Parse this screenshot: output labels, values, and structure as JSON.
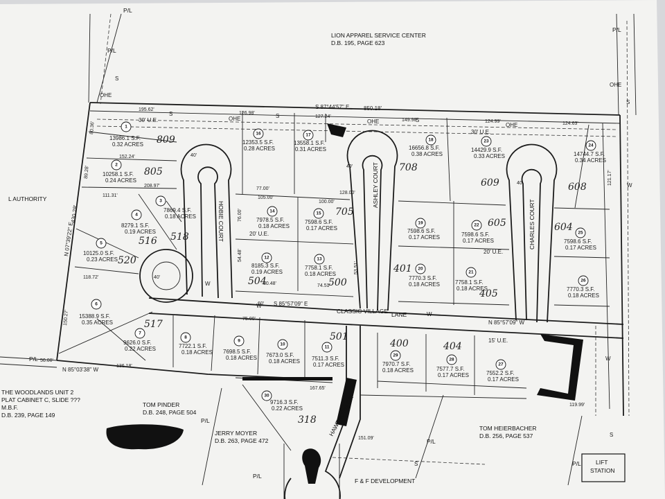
{
  "adjoiners": {
    "lion_name": "LION APPAREL SERVICE CENTER",
    "lion_ref": "D.B. 195, PAGE 623",
    "authority": "L AUTHORITY",
    "woodlands_1": "THE WOODLANDS UNIT 2",
    "woodlands_2": "PLAT CABINET C, SLIDE ???",
    "woodlands_3": "M.B.F.",
    "woodlands_4": "D.B. 239, PAGE 149",
    "pinder_name": "TOM PINDER",
    "pinder_ref": "D.B. 248, PAGE 504",
    "moyer_name": "JERRY MOYER",
    "moyer_ref": "D.B. 263, PAGE 472",
    "heierbacher_name": "TOM HEIERBACHER",
    "heierbacher_ref": "D.B. 256, PAGE 537",
    "ff_name": "F & F DEVELOPMENT",
    "lift_1": "LIFT",
    "lift_2": "STATION"
  },
  "streets": {
    "hobie": "HOBIE COURT",
    "ashley": "ASHLEY COURT",
    "charles": "CHARLES COURT",
    "classic": "CLASSIC VILLAGE",
    "lane": "LANE",
    "hawthorn": "HAWTHORN CT."
  },
  "lines": {
    "pl": "P/L",
    "ohe": "OHE",
    "s": "S",
    "w": "W",
    "ue_30": "30' U.E.",
    "ue_20": "20' U.E.",
    "ue_15": "15' U.E.",
    "north_bearing": "S 87°44'57\" E",
    "north_total": "850.18'",
    "south_bearing": "N 85°03'38\" W",
    "lane_bearing": "S 85°57'09\" E",
    "lane_bearing_2": "N 85°57'09\" W",
    "west_bearing": "N 07°39'22\" E",
    "west_length": "430.28'"
  },
  "dims": {
    "d195": "195.62'",
    "d126": "126.98'",
    "d127": "127.24'",
    "d149": "149.98'",
    "d124a": "124.99'",
    "d124b": "124.63'",
    "d152": "152.24'",
    "d208": "208.97'",
    "d111": "111.31'",
    "d118": "118.72'",
    "d150": "150.27'",
    "d136": "136.18'",
    "d50": "50.00'",
    "d105": "105.00'",
    "d77": "77.00'",
    "d100": "100.00'",
    "d128": "128.00'",
    "d75": "75.00'",
    "d74": "74.51'",
    "d80": "80.48'",
    "d76": "76.00'",
    "d54": "54.48'",
    "d53": "53.51'",
    "d60": "60'",
    "d121": "121.17'",
    "d119": "119.99'",
    "d167": "167.65'",
    "d151": "151.09'",
    "d40": "40'",
    "d80b": "80.36'",
    "d89": "89.28'"
  },
  "lots": [
    {
      "num": "1",
      "area": "13986.1 S.F.",
      "acres": "0.32 ACRES"
    },
    {
      "num": "2",
      "area": "10258.1 S.F.",
      "acres": "0.24 ACRES"
    },
    {
      "num": "3",
      "area": "7869.4 S.F.",
      "acres": "0.18 ACRES"
    },
    {
      "num": "4",
      "area": "8279.1 S.F.",
      "acres": "0.19 ACRES"
    },
    {
      "num": "5",
      "area": "10125.0 S.F.",
      "acres": "0.23 ACRES"
    },
    {
      "num": "6",
      "area": "15388.9 S.F.",
      "acres": "0.35 ACRES"
    },
    {
      "num": "7",
      "area": "9626.0 S.F.",
      "acres": "0.22 ACRES"
    },
    {
      "num": "8",
      "area": "7722.1 S.F.",
      "acres": "0.18 ACRES"
    },
    {
      "num": "9",
      "area": "7698.5 S.F.",
      "acres": "0.18 ACRES"
    },
    {
      "num": "10",
      "area": "7673.0 S.F.",
      "acres": "0.18 ACRES"
    },
    {
      "num": "11",
      "area": "7511.3 S.F.",
      "acres": "0.17 ACRES"
    },
    {
      "num": "12",
      "area": "8185.3 S.F.",
      "acres": "0.19 ACRES"
    },
    {
      "num": "13",
      "area": "7758.1 S.F.",
      "acres": "0.18 ACRES"
    },
    {
      "num": "14",
      "area": "7978.5 S.F.",
      "acres": "0.18 ACRES"
    },
    {
      "num": "15",
      "area": "7598.6 S.F.",
      "acres": "0.17 ACRES"
    },
    {
      "num": "16",
      "area": "12353.5 S.F.",
      "acres": "0.28 ACRES"
    },
    {
      "num": "17",
      "area": "13558.1 S.F.",
      "acres": "0.31 ACRES"
    },
    {
      "num": "18",
      "area": "16656.8 S.F.",
      "acres": "0.38 ACRES"
    },
    {
      "num": "19",
      "area": "7598.6 S.F.",
      "acres": "0.17 ACRES"
    },
    {
      "num": "20",
      "area": "7770.3 S.F.",
      "acres": "0.18 ACRES"
    },
    {
      "num": "21",
      "area": "7758.1 S.F.",
      "acres": "0.18 ACRES"
    },
    {
      "num": "22",
      "area": "7598.6 S.F.",
      "acres": "0.17 ACRES"
    },
    {
      "num": "23",
      "area": "14429.9 S.F.",
      "acres": "0.33 ACRES"
    },
    {
      "num": "24",
      "area": "14744.7 S.F.",
      "acres": "0.34 ACRES"
    },
    {
      "num": "25",
      "area": "7598.6 S.F.",
      "acres": "0.17 ACRES"
    },
    {
      "num": "26",
      "area": "7770.3 S.F.",
      "acres": "0.18 ACRES"
    },
    {
      "num": "27",
      "area": "7552.2 S.F.",
      "acres": "0.17 ACRES"
    },
    {
      "num": "28",
      "area": "7577.7 S.F.",
      "acres": "0.17 ACRES"
    },
    {
      "num": "29",
      "area": "7970.7 S.F.",
      "acres": "0.18 ACRES"
    },
    {
      "num": "30",
      "area": "9716.3 S.F.",
      "acres": "0.22 ACRES"
    }
  ],
  "handwritten": {
    "h809": "809",
    "h805": "805",
    "h520": "520",
    "h516": "516",
    "h518": "518",
    "h517": "517",
    "h504": "504",
    "h500": "500",
    "h705": "705",
    "h708": "708",
    "h401": "401",
    "h405": "405",
    "h400": "400",
    "h404": "404",
    "h609": "609",
    "h605": "605",
    "h604": "604",
    "h608": "608",
    "h501": "501",
    "h318": "318"
  },
  "colors": {
    "paper": "#f3f3f1",
    "ink": "#1b1b1b"
  }
}
